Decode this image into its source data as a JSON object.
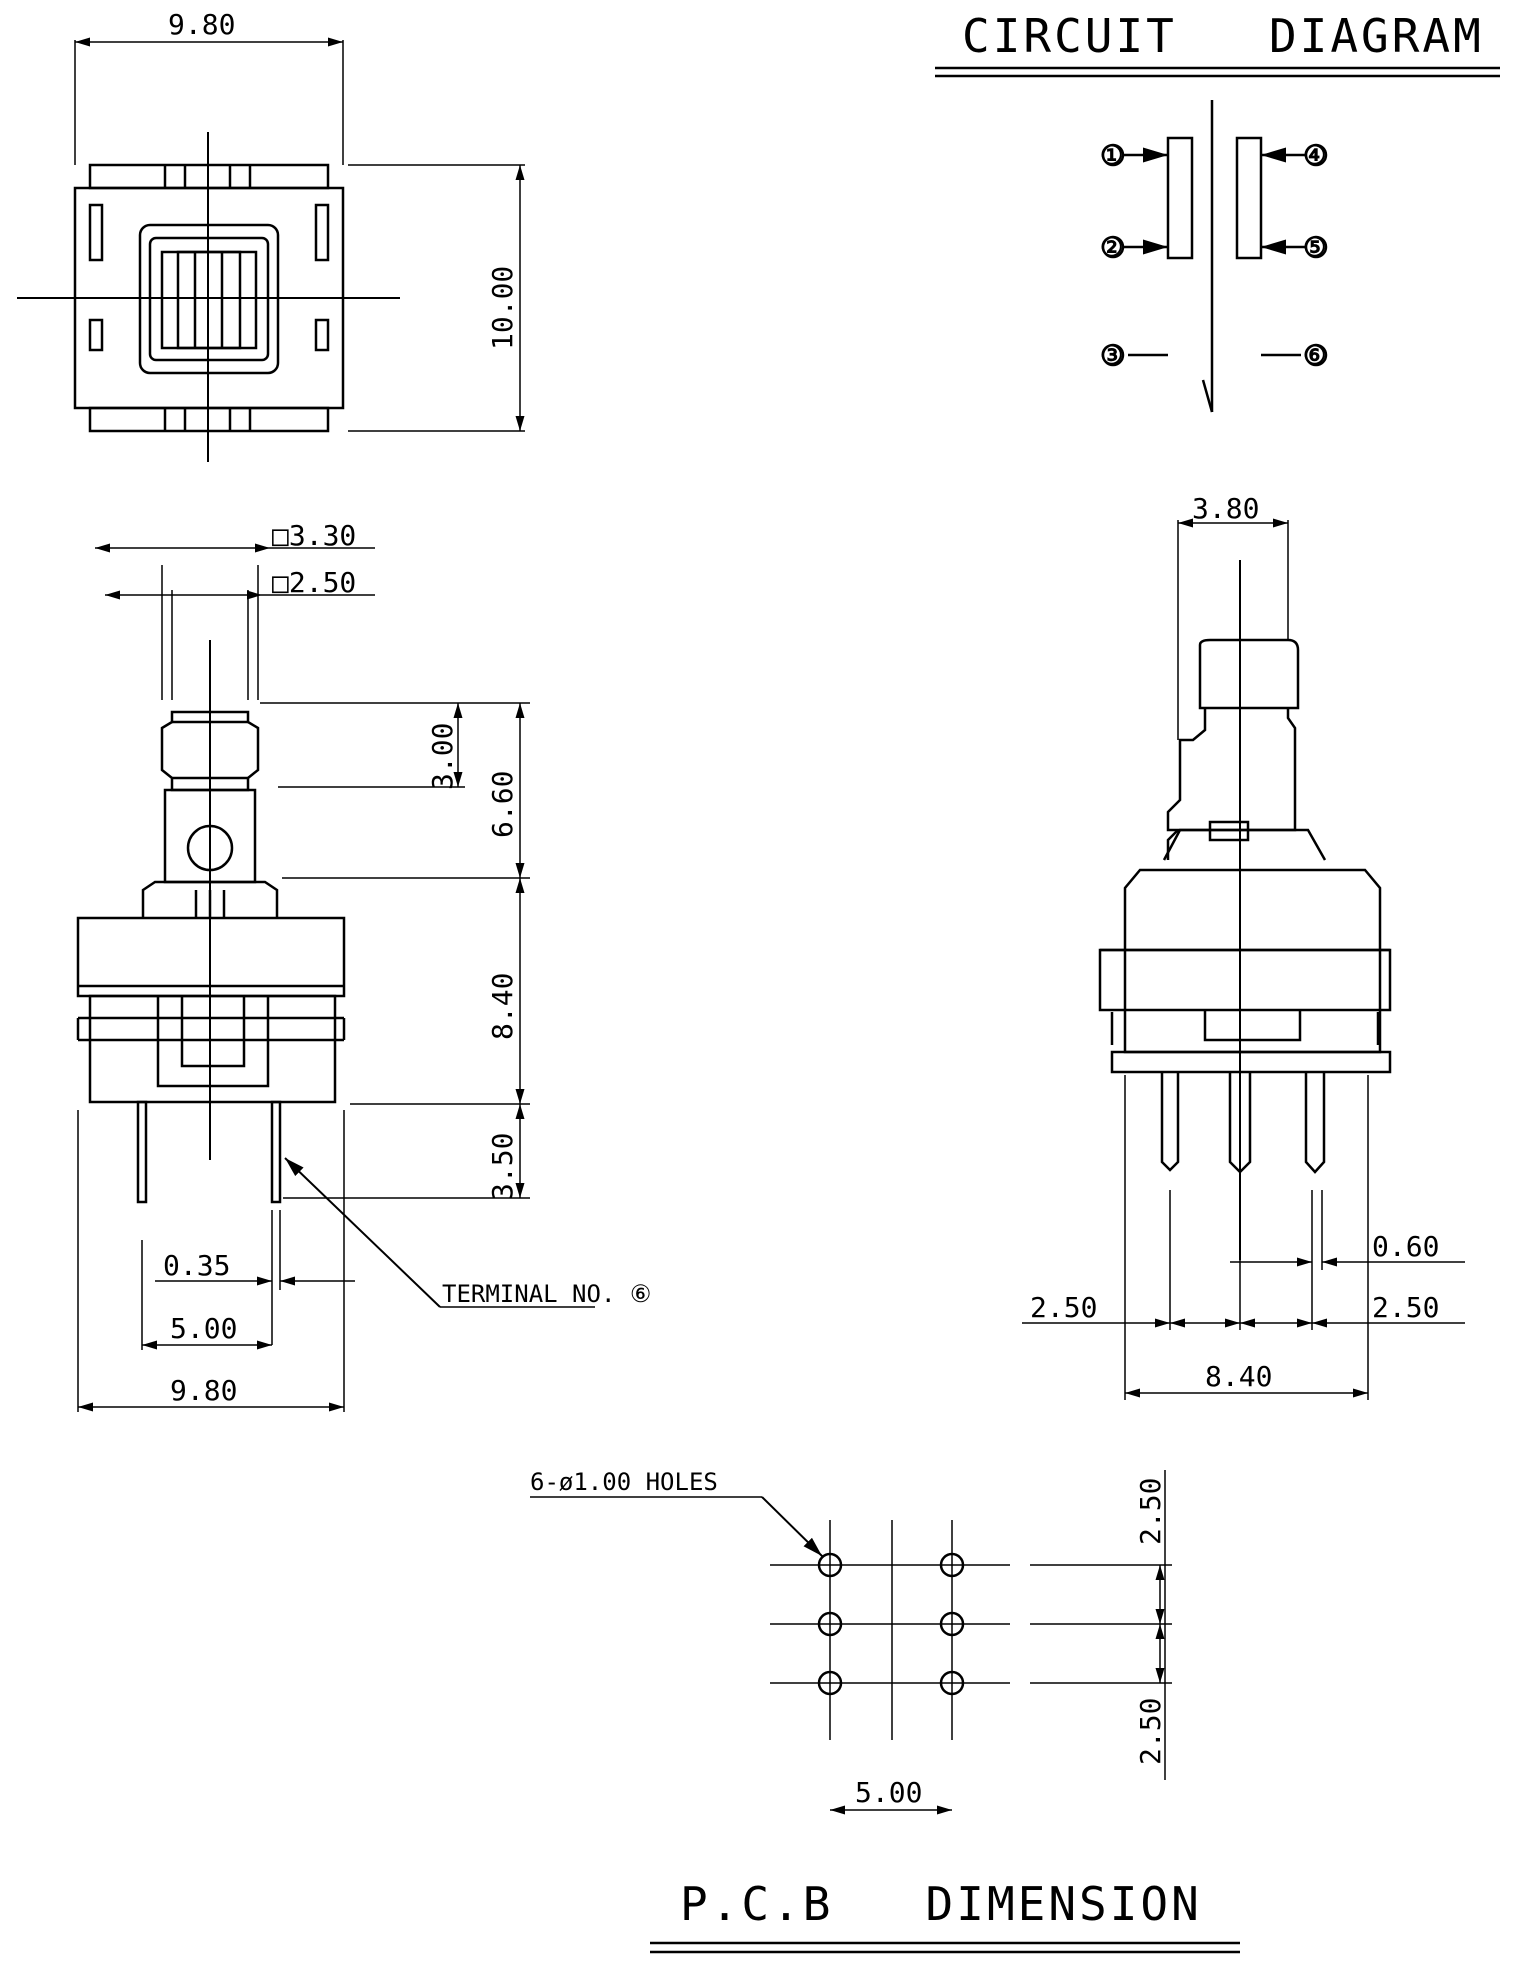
{
  "titles": {
    "circuit": "CIRCUIT   DIAGRAM",
    "pcb": "P.C.B   DIMENSION"
  },
  "top_view": {
    "width": "9.80",
    "height": "10.00"
  },
  "front_view": {
    "actuator_outer": "□3.30",
    "actuator_inner": "□2.50",
    "cap_height": "3.00",
    "stem_height": "6.60",
    "body_height": "8.40",
    "pin_length": "3.50",
    "pin_width": "0.35",
    "pin_pitch": "5.00",
    "body_width": "9.80",
    "terminal_note": "TERMINAL NO. ⑥"
  },
  "side_view": {
    "actuator_width": "3.80",
    "pin_thickness": "0.60",
    "pin_pitch_left": "2.50",
    "pin_pitch_right": "2.50",
    "body_width": "8.40"
  },
  "circuit": {
    "terminals": [
      "①",
      "②",
      "③",
      "④",
      "⑤",
      "⑥"
    ]
  },
  "pcb": {
    "holes_note": "6-ø1.00 HOLES",
    "pitch_x": "5.00",
    "pitch_y_top": "2.50",
    "pitch_y_bottom": "2.50"
  }
}
